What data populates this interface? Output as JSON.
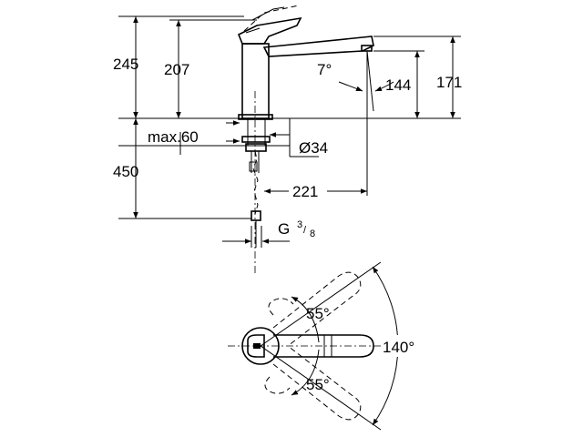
{
  "dimensions": {
    "total_height": "245",
    "spout_height": "207",
    "outlet_height": "171",
    "outlet_clearance": "144",
    "tilt_angle": "7°",
    "max_thickness": "max.60",
    "hole_diameter": "Ø34",
    "hose_length": "450",
    "reach": "221",
    "thread_prefix": "G",
    "thread_num": "3",
    "thread_sep": "/",
    "thread_den": "8"
  },
  "plan_view": {
    "rotation_angle": "140°",
    "lever_angle_up": "55°",
    "lever_angle_down": "55°"
  }
}
